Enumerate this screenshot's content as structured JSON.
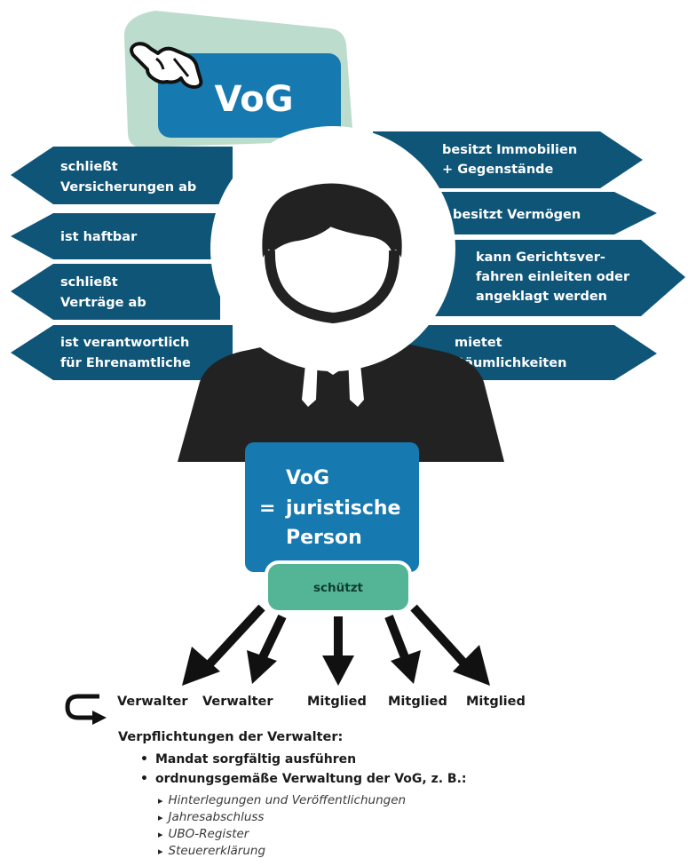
{
  "header": {
    "badge_label": "VoG"
  },
  "left_arrows": [
    {
      "line1": "schließt",
      "line2": "Versicherungen ab"
    },
    {
      "line1": "ist haftbar",
      "line2": ""
    },
    {
      "line1": "schließt",
      "line2": "Verträge ab"
    },
    {
      "line1": "ist verantwortlich",
      "line2": "für Ehrenamtliche"
    }
  ],
  "right_arrows": [
    {
      "line1": "besitzt Immobilien",
      "line2": "+ Gegenstände",
      "line3": ""
    },
    {
      "line1": "besitzt Vermögen",
      "line2": "",
      "line3": ""
    },
    {
      "line1": "kann Gerichtsver-",
      "line2": "fahren einleiten oder",
      "line3": "angeklagt werden"
    },
    {
      "line1": "mietet",
      "line2": "Räumlichkeiten",
      "line3": ""
    }
  ],
  "center_box": {
    "line1": "VoG",
    "line2": "juristische",
    "line3": "Person",
    "equals": "="
  },
  "protects_label": "schützt",
  "roles": [
    "Verwalter",
    "Verwalter",
    "Mitglied",
    "Mitglied",
    "Mitglied"
  ],
  "duties": {
    "title": "Verpflichtungen der Verwalter:",
    "bullets": [
      "Mandat sorgfältig ausführen",
      "ordnungsgemäße Verwaltung der VoG, z. B.:"
    ],
    "sub_items": [
      "Hinterlegungen und Veröffentlichungen",
      "Jahresabschluss",
      "UBO-Register",
      "Steuererklärung"
    ]
  },
  "colors": {
    "arrow_blue": "#0e5578",
    "box_blue": "#1679b0",
    "light_green": "#bcdccd",
    "green_button": "#53b596",
    "figure_dark": "#222222"
  },
  "icons": [
    "hand-pointer-icon",
    "person-icon",
    "return-arrow-icon",
    "down-arrow-icon"
  ]
}
